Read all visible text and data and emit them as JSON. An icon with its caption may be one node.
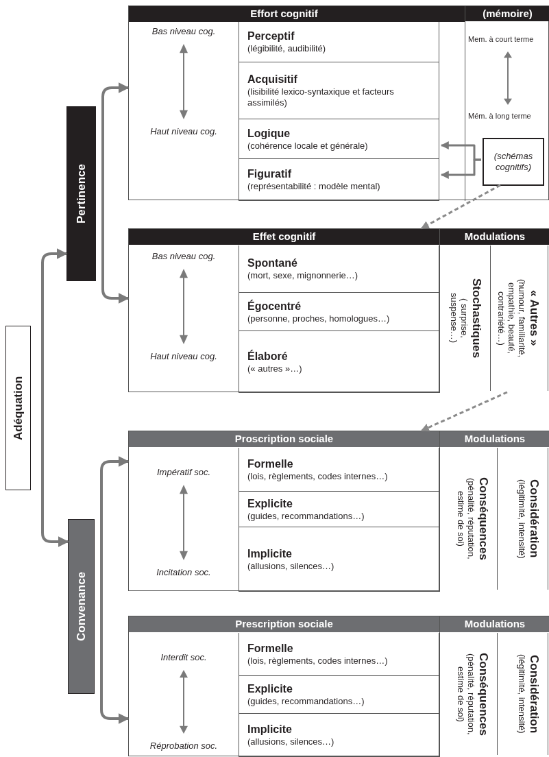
{
  "diagram": {
    "nodes": [
      {
        "text": [
          "Adéquation"
        ]
      },
      {
        "text": [
          "Pertinence"
        ]
      },
      {
        "text": [
          "Convenance"
        ]
      },
      {
        "text": [
          "Effort cognitif"
        ]
      },
      {
        "text": [
          "Bas niveau cog.",
          "Haut niveau cog."
        ],
        "in": 3
      },
      {
        "text": [
          "Perceptif",
          "(légibilité, audibilité)"
        ],
        "in": 3
      },
      {
        "text": [
          "Acquisitif",
          "(lisibilité lexico-syntaxique et facteurs assimilés)"
        ],
        "in": 3
      },
      {
        "text": [
          "Logique",
          "(cohérence locale et générale)"
        ],
        "in": 3
      },
      {
        "text": [
          "Figuratif",
          "(représentabilité : modèle mental)"
        ],
        "in": 3
      },
      {
        "text": [
          "(mémoire)",
          "Mem. à court terme",
          "Mém. à long terme"
        ],
        "in": 3
      },
      {
        "text": [
          "(schémas cognitifs)"
        ],
        "in": 9
      },
      {
        "text": [
          "Effet cognitif"
        ]
      },
      {
        "text": [
          "Bas niveau cog.",
          "Haut niveau cog."
        ],
        "in": 11
      },
      {
        "text": [
          "Spontané",
          "(mort, sexe, mignonnerie…)"
        ],
        "in": 11
      },
      {
        "text": [
          "Égocentré",
          "(personne, proches, homologues…)"
        ],
        "in": 11
      },
      {
        "text": [
          "Élaboré",
          "(« autres »…)"
        ],
        "in": 11
      },
      {
        "text": [
          "Modulations"
        ],
        "in": 11
      },
      {
        "text": [
          "Stochastiques",
          "( surprise, suspense…)"
        ],
        "in": 16
      },
      {
        "text": [
          "« Autres »",
          "(humour, familiarité, empathie, beauté, contrariété…)"
        ],
        "in": 16
      },
      {
        "text": [
          "Proscription sociale"
        ]
      },
      {
        "text": [
          "Impératif soc.",
          "Incitation soc."
        ],
        "in": 19
      },
      {
        "text": [
          "Formelle",
          "(lois, règlements, codes internes…)"
        ],
        "in": 19
      },
      {
        "text": [
          "Explicite",
          "(guides, recommandations…)"
        ],
        "in": 19
      },
      {
        "text": [
          "Implicite",
          "(allusions, silences…)"
        ],
        "in": 19
      },
      {
        "text": [
          "Modulations"
        ],
        "in": 19
      },
      {
        "text": [
          "Conséquences",
          "(pénalité, réputation, estime de soi)"
        ],
        "in": 24
      },
      {
        "text": [
          "Considération",
          "(légitimité, intensité)"
        ],
        "in": 24
      },
      {
        "text": [
          "Prescription sociale"
        ]
      },
      {
        "text": [
          "Interdit soc.",
          "Réprobation soc."
        ],
        "in": 27
      },
      {
        "text": [
          "Formelle",
          "(lois, règlements, codes internes…)"
        ],
        "in": 27
      },
      {
        "text": [
          "Explicite",
          "(guides, recommandations…)"
        ],
        "in": 27
      },
      {
        "text": [
          "Implicite",
          "(allusions, silences…)"
        ],
        "in": 27
      },
      {
        "text": [
          "Modulations"
        ],
        "in": 27
      },
      {
        "text": [
          "Conséquences",
          "(pénalité, réputation, estime de soi)"
        ],
        "in": 32
      },
      {
        "text": [
          "Considération",
          "(légitimité, intensité)"
        ],
        "in": 32
      }
    ],
    "edges": [
      {
        "from": 1,
        "to": 2,
        "arrow": "both"
      },
      {
        "from": 3,
        "to": 11,
        "arrow": "both"
      },
      {
        "from": 19,
        "to": 27,
        "arrow": "both"
      },
      {
        "from": 10,
        "to": 7,
        "arrow": "to"
      },
      {
        "from": 10,
        "to": 8,
        "arrow": "to"
      },
      {
        "from": 10,
        "to": 11,
        "arrow": "to",
        "style": "dashed"
      },
      {
        "from": 11,
        "to": 19,
        "arrow": "to",
        "style": "dashed"
      }
    ]
  }
}
